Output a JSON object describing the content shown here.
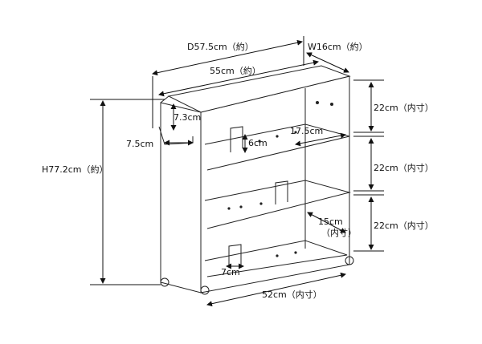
{
  "dimensions": {
    "depth_label": "D57.5cm（約）",
    "width_label": "W16cm（約）",
    "inner_length_label": "55cm（約）",
    "height_label": "H77.2cm（約）",
    "handle_drop_label": "7.3cm",
    "handle_offset_label": "7.5cm",
    "shelf_gap_top_label": "22cm（内寸）",
    "shelf_gap_mid_label": "22cm（内寸）",
    "shelf_gap_bottom_label": "22cm（内寸）",
    "shelf_depth_label": "17.5cm",
    "divider_height_label": "6cm",
    "inner_depth_line1": "15cm",
    "inner_depth_line2": "（内寸）",
    "divider_width_label": "7cm",
    "inner_width_label": "52cm（内寸）"
  },
  "colors": {
    "line": "#222222",
    "arrow": "#111111"
  }
}
